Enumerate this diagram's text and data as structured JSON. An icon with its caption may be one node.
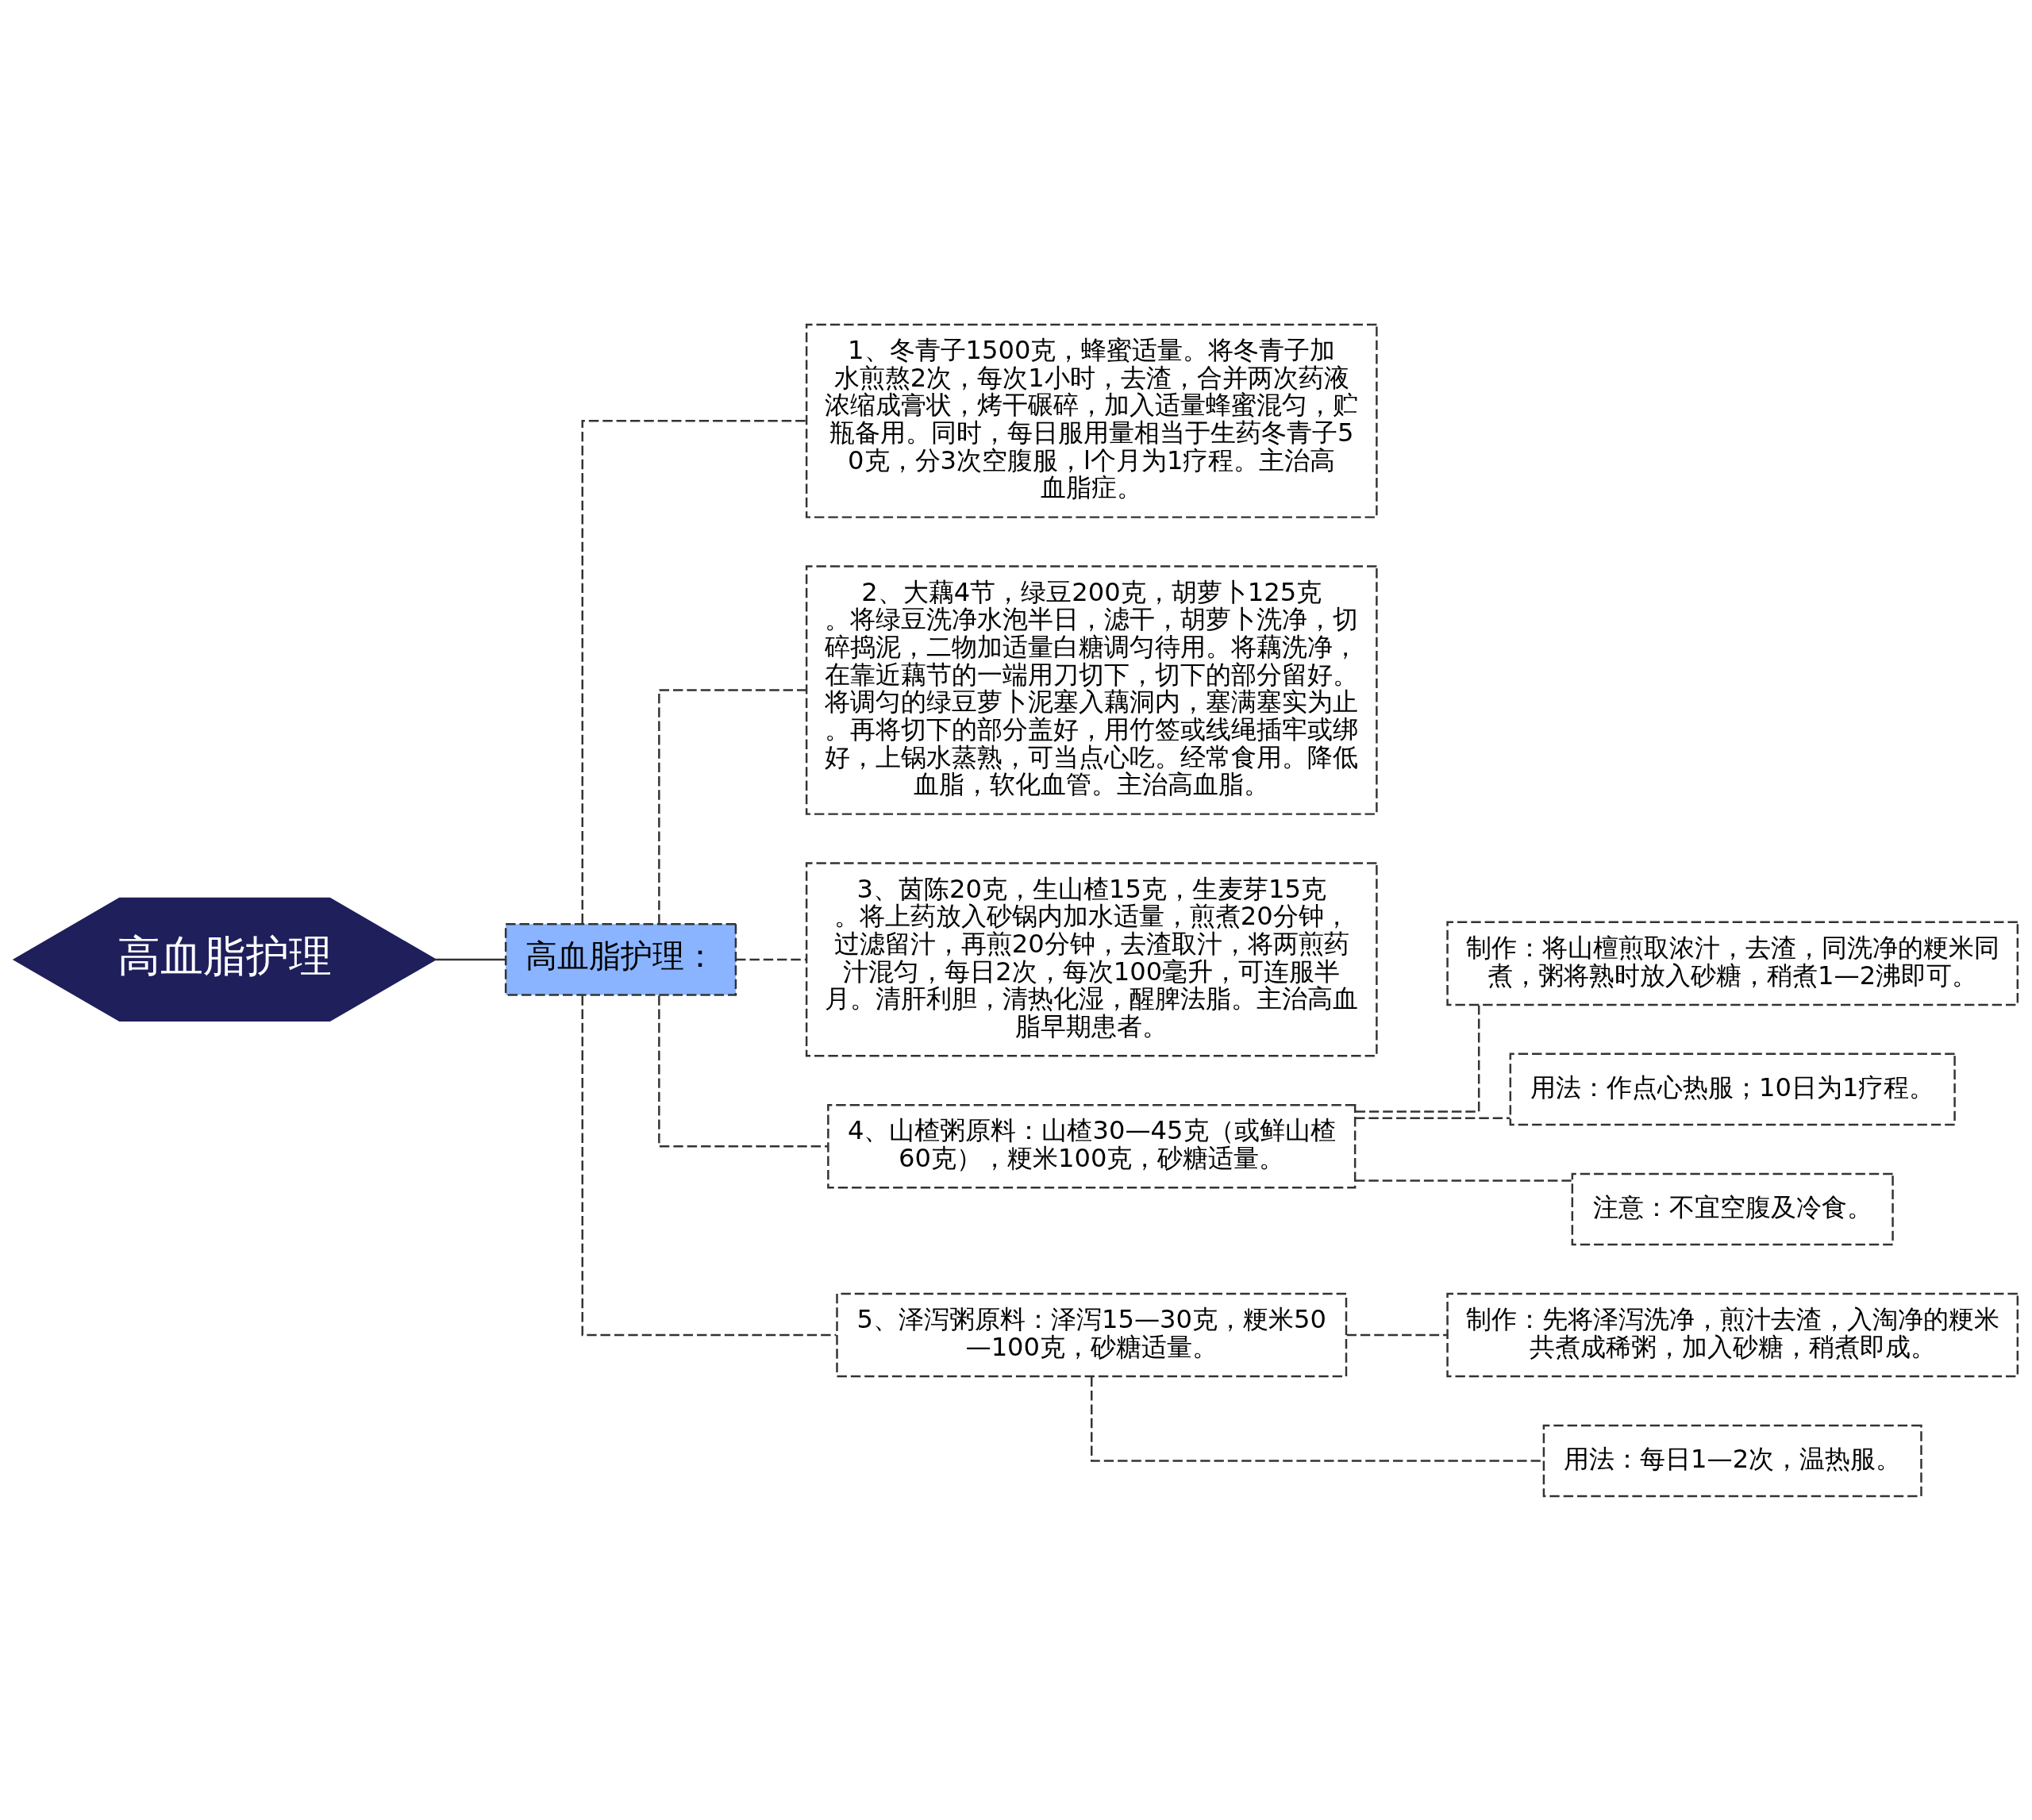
{
  "diagram": {
    "nodes": [
      {
        "text": [
          "高血脂护理"
        ]
      },
      {
        "text": [
          "高血脂护理："
        ]
      },
      {
        "text": [
          "1、冬青子1500克，蜂蜜适量。将冬青子加水煎熬2次，每次1小时，去渣，合并两次药液浓缩成膏状，烤干碾碎，加入适量蜂蜜混匀，贮瓶备用。同时，每日服用量相当于生药冬青子50克，分3次空腹服，l个月为1疗程。主治高血脂症。"
        ]
      },
      {
        "text": [
          "2、大藕4节，绿豆200克，胡萝卜125克。将绿豆洗净水泡半日，滤干，胡萝卜洗净，切碎捣泥，二物加适量白糖调匀待用。将藕洗净，在靠近藕节的一端用刀切下，切下的部分留好。将调匀的绿豆萝卜泥塞入藕洞内，塞满塞实为止。再将切下的部分盖好，用竹签或线绳插牢或绑好，上锅水蒸熟，可当点心吃。经常食用。降低血脂，软化血管。主治高血脂。"
        ]
      },
      {
        "text": [
          "3、茵陈20克，生山楂15克，生麦芽15克。将上药放入砂锅内加水适量，煎煮20分钟，过滤留汁，再煎20分钟，去渣取汁，将两煎药汁混匀，每日2次，每次100毫升，可连服半月。清肝利胆，清热化湿，醒脾法脂。主治高血脂早期患者。"
        ]
      },
      {
        "text": [
          "4、山楂粥原料：山楂30—45克（或鲜山楂60克），粳米100克，砂糖适量。"
        ]
      },
      {
        "text": [
          "5、泽泻粥原料：泽泻15—30克，粳米50—100克，砂糖适量。"
        ]
      },
      {
        "text": [
          "制作：将山檀煎取浓汁，去渣，同洗净的粳米同煮，粥将熟时放入砂糖，稍煮1—2沸即可。"
        ]
      },
      {
        "text": [
          "用法：作点心热服；10日为1疗程。"
        ]
      },
      {
        "text": [
          "注意：不宜空腹及冷食。"
        ]
      },
      {
        "text": [
          "制作：先将泽泻洗净，煎汁去渣，入淘净的粳米共煮成稀粥，加入砂糖，稍煮即成。"
        ]
      },
      {
        "text": [
          "用法：每日1—2次，温热服。"
        ]
      }
    ],
    "edges": [
      {
        "from": 0,
        "to": 1,
        "arrow": "none"
      },
      {
        "from": 1,
        "to": 2,
        "arrow": "none",
        "style": "dashed"
      },
      {
        "from": 1,
        "to": 3,
        "arrow": "none",
        "style": "dashed"
      },
      {
        "from": 1,
        "to": 4,
        "arrow": "none",
        "style": "dashed"
      },
      {
        "from": 1,
        "to": 5,
        "arrow": "none",
        "style": "dashed"
      },
      {
        "from": 1,
        "to": 6,
        "arrow": "none",
        "style": "dashed"
      },
      {
        "from": 5,
        "to": 7,
        "arrow": "none",
        "style": "dashed"
      },
      {
        "from": 5,
        "to": 8,
        "arrow": "none",
        "style": "dashed"
      },
      {
        "from": 5,
        "to": 9,
        "arrow": "none",
        "style": "dashed"
      },
      {
        "from": 6,
        "to": 10,
        "arrow": "none",
        "style": "dashed"
      },
      {
        "from": 6,
        "to": 11,
        "arrow": "none",
        "style": "dashed"
      }
    ]
  }
}
